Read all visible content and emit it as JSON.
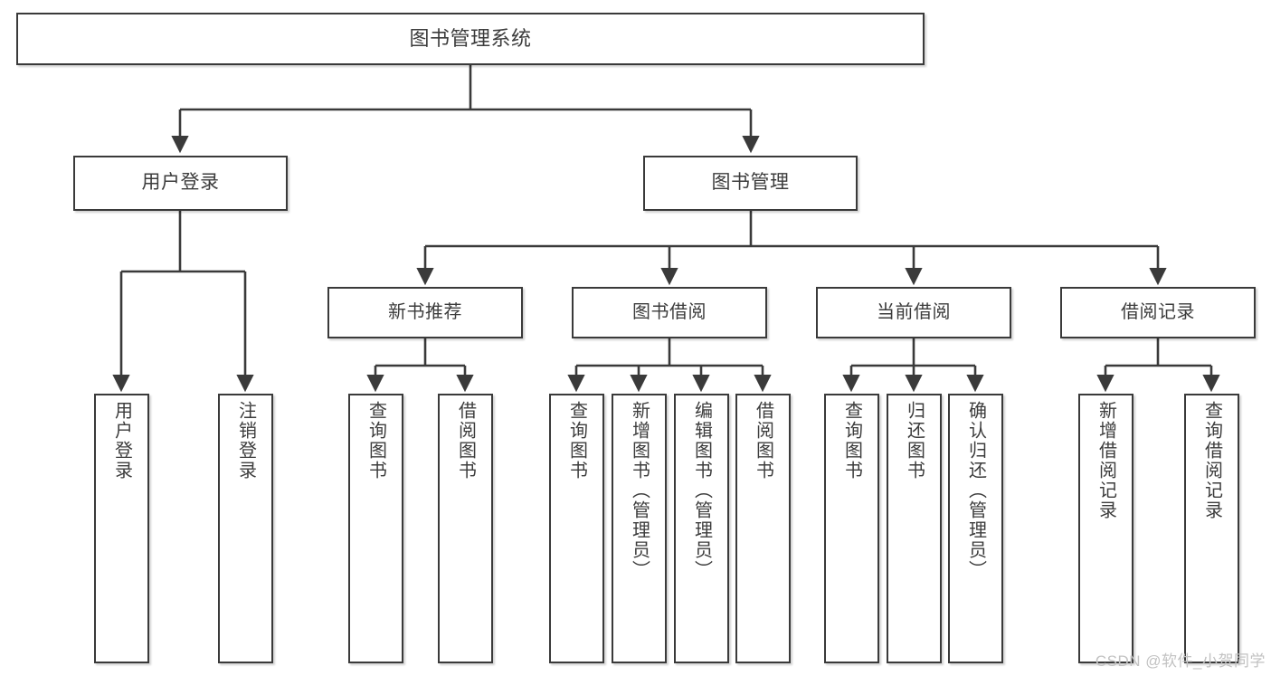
{
  "diagram": {
    "title": "图书管理系统",
    "type": "tree-hierarchy",
    "watermark": "CSDN @软件_小贺同学",
    "colors": {
      "border": "#3a3a3a",
      "text": "#3c3c3c",
      "background": "#ffffff",
      "watermark": "#c2c2c2"
    },
    "root": {
      "label": "图书管理系统"
    },
    "level2": [
      {
        "label": "用户登录"
      },
      {
        "label": "图书管理"
      }
    ],
    "level3": [
      {
        "label": "新书推荐"
      },
      {
        "label": "图书借阅"
      },
      {
        "label": "当前借阅"
      },
      {
        "label": "借阅记录"
      }
    ],
    "leaves": {
      "user_login": [
        {
          "label": "用户登录"
        },
        {
          "label": "注销登录"
        }
      ],
      "new_book_recommend": [
        {
          "label": "查询图书"
        },
        {
          "label": "借阅图书"
        }
      ],
      "book_borrow": [
        {
          "label": "查询图书"
        },
        {
          "label": "新增图书（管理员）"
        },
        {
          "label": "编辑图书（管理员）"
        },
        {
          "label": "借阅图书"
        }
      ],
      "current_borrow": [
        {
          "label": "查询图书"
        },
        {
          "label": "归还图书"
        },
        {
          "label": "确认归还（管理员）"
        }
      ],
      "borrow_record": [
        {
          "label": "新增借阅记录"
        },
        {
          "label": "查询借阅记录"
        }
      ]
    }
  }
}
